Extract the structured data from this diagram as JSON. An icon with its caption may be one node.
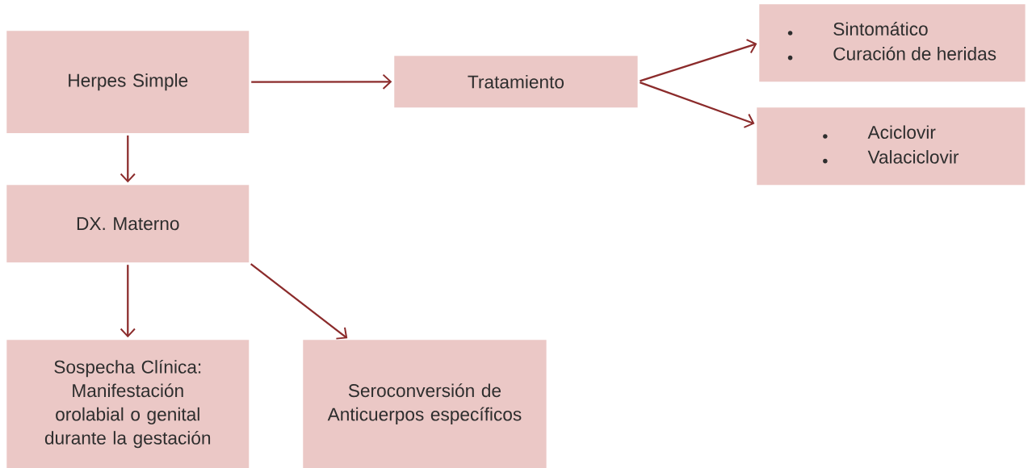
{
  "diagram": {
    "nodes": [
      {
        "text": [
          "Herpes Simple"
        ]
      },
      {
        "text": [
          "Tratamiento"
        ]
      },
      {
        "text": [
          "Sintomático",
          "Curación de heridas"
        ]
      },
      {
        "text": [
          "Aciclovir",
          "Valaciclovir"
        ]
      },
      {
        "text": [
          "DX. Materno"
        ]
      },
      {
        "text": [
          "Sospecha Clínica: Manifestación orolabial o genital durante la gestación"
        ]
      },
      {
        "text": [
          "Seroconversión de Anticuerpos específicos"
        ]
      }
    ],
    "edges": [
      {
        "from": 0,
        "to": 1,
        "arrow": "to"
      },
      {
        "from": 1,
        "to": 2,
        "arrow": "to"
      },
      {
        "from": 1,
        "to": 3,
        "arrow": "to"
      },
      {
        "from": 0,
        "to": 4,
        "arrow": "to"
      },
      {
        "from": 4,
        "to": 5,
        "arrow": "to"
      },
      {
        "from": 4,
        "to": 6,
        "arrow": "to"
      }
    ]
  }
}
